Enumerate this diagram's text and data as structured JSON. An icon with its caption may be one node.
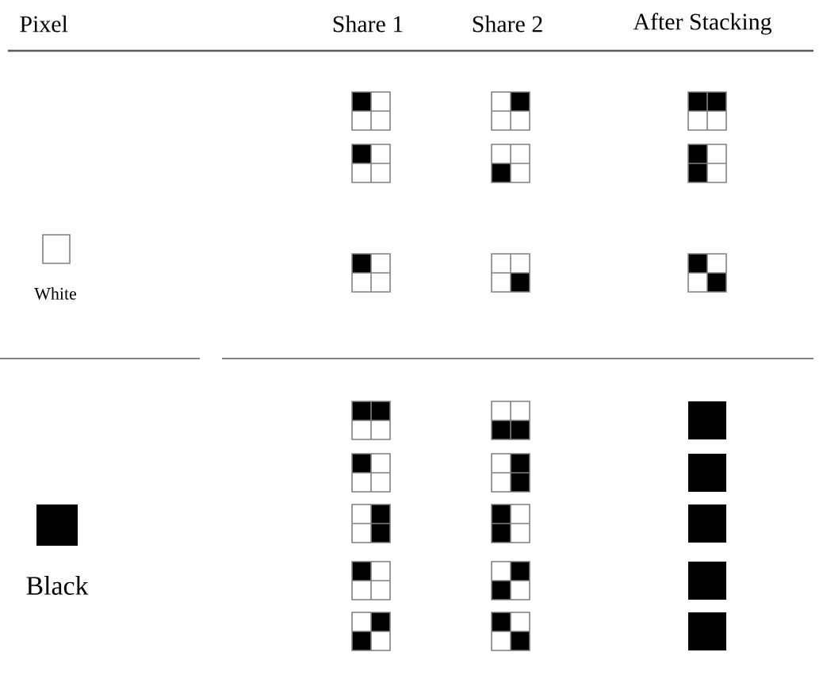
{
  "diagram": {
    "labels": [
      "Pixel",
      "Share 1",
      "Share 2",
      "After Stacking",
      "White",
      "Black"
    ]
  }
}
